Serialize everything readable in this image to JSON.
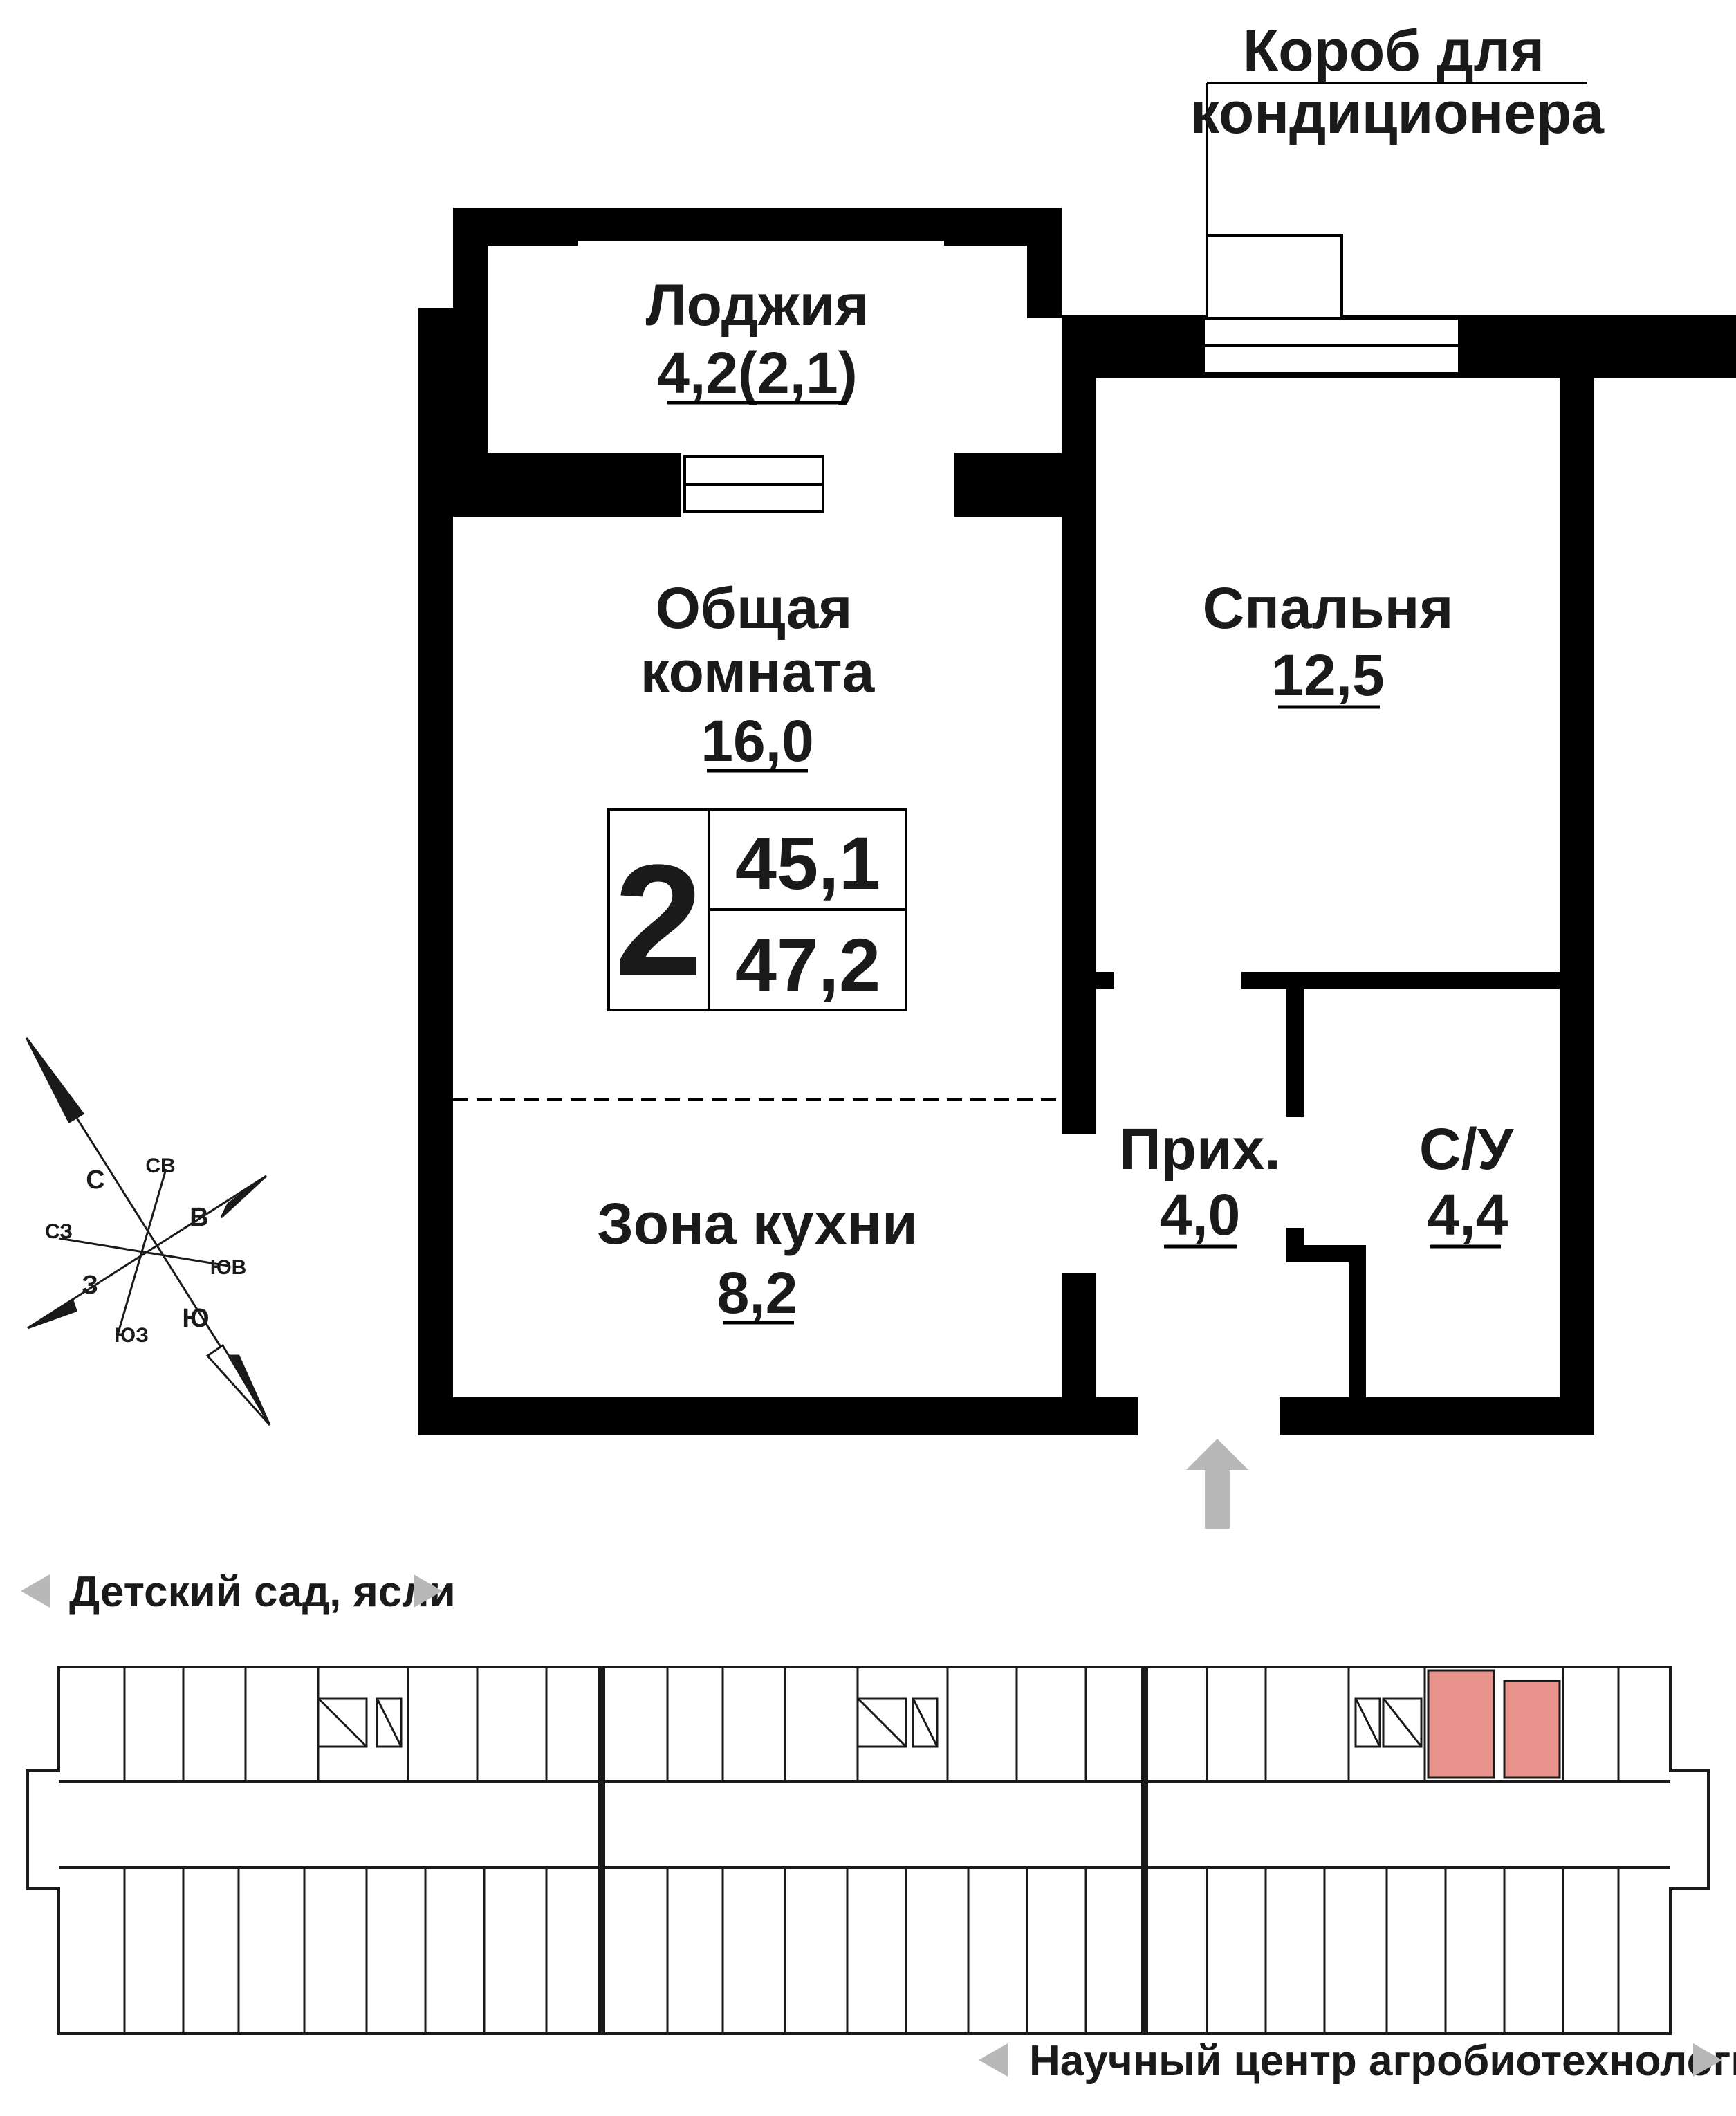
{
  "ac_box": {
    "label_line1": "Короб для",
    "label_line2": "кондиционера"
  },
  "rooms": {
    "loggia": {
      "name": "Лоджия",
      "area": "4,2(2,1)"
    },
    "living": {
      "name_line1": "Общая",
      "name_line2": "комната",
      "area": "16,0"
    },
    "bedroom": {
      "name": "Спальня",
      "area": "12,5"
    },
    "kitchen": {
      "name": "Зона кухни",
      "area": "8,2"
    },
    "hall": {
      "name": "Прих.",
      "area": "4,0"
    },
    "bathroom": {
      "name": "С/У",
      "area": "4,4"
    }
  },
  "apartment_badge": {
    "rooms_count": "2",
    "living_area": "45,1",
    "total_area": "47,2"
  },
  "compass": {
    "n": "С",
    "ne": "СВ",
    "e": "В",
    "se": "ЮВ",
    "s": "Ю",
    "sw": "ЮЗ",
    "w": "З",
    "nw": "СЗ"
  },
  "directions": {
    "top": "Детский сад, ясли",
    "bottom": "Научный центр агробиотехнологий"
  },
  "colors": {
    "walls": "#000000",
    "highlight": "#e8948c",
    "arrow": "#b8b8b8"
  }
}
